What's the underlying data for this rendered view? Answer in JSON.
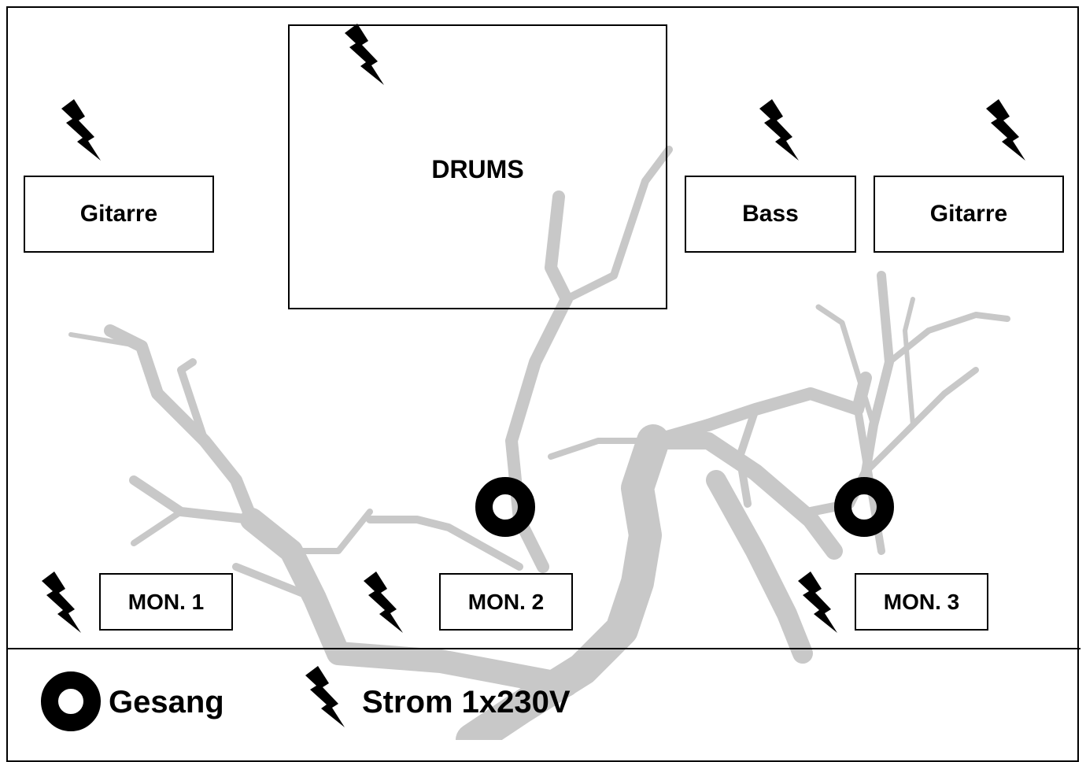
{
  "instruments": {
    "guitar_left": "Gitarre",
    "drums": "DRUMS",
    "bass": "Bass",
    "guitar_right": "Gitarre"
  },
  "monitors": {
    "mon1": "MON. 1",
    "mon2": "MON. 2",
    "mon3": "MON. 3"
  },
  "legend": {
    "vocals": "Gesang",
    "power": "Strom 1x230V"
  },
  "icons": {
    "power": "lightning-bolt-icon",
    "vocals": "ring-microphone-icon"
  },
  "colors": {
    "line": "#000000",
    "tree": "#c8c8c8"
  }
}
